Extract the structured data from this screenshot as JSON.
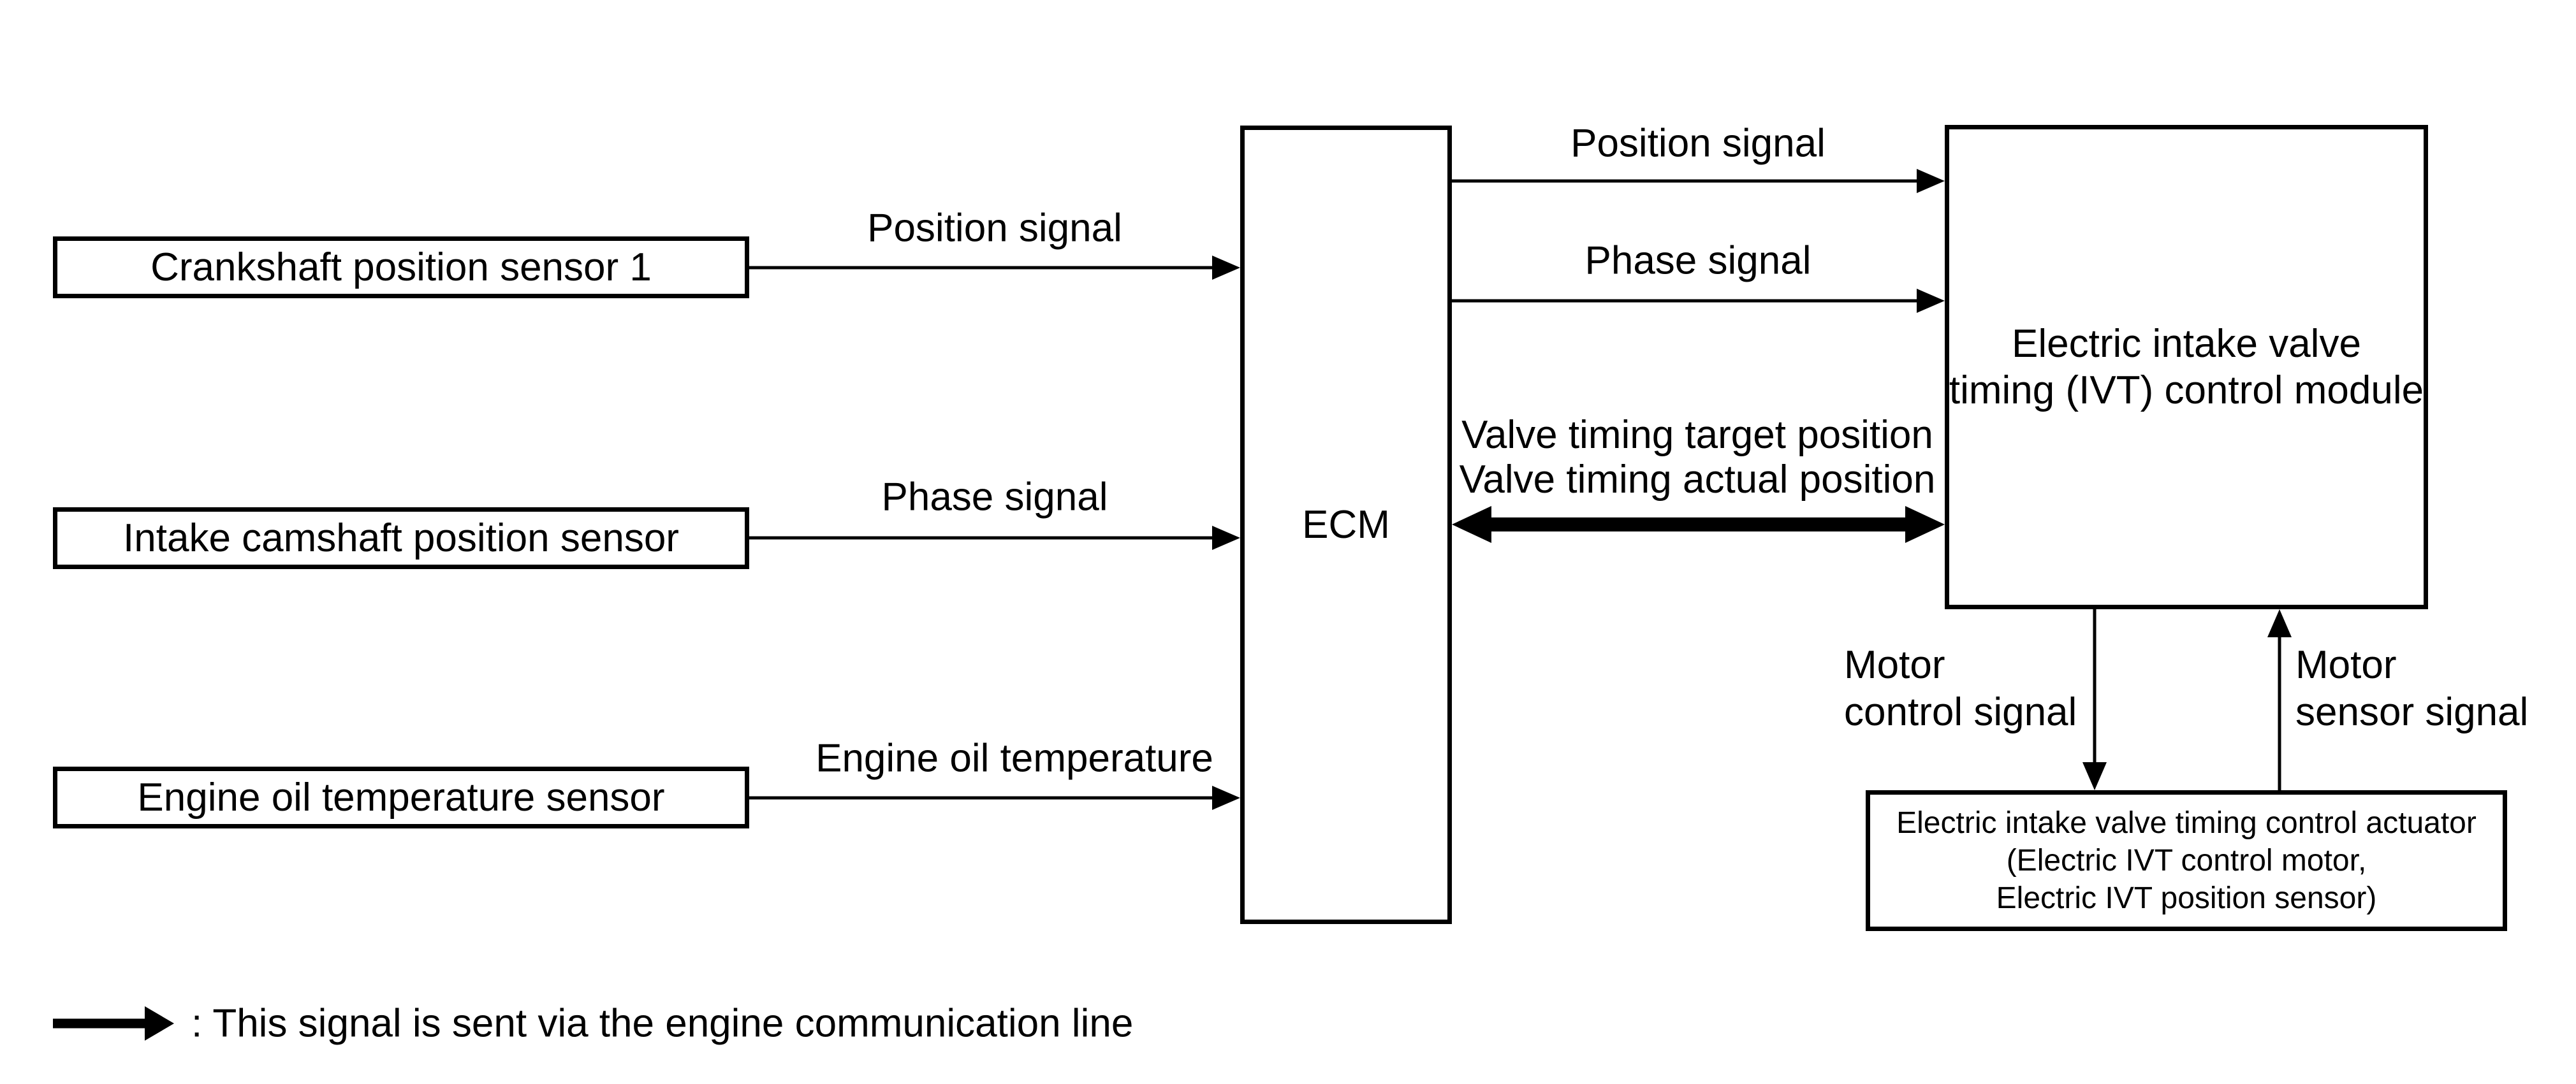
{
  "colors": {
    "line": "#000000",
    "background": "#ffffff"
  },
  "sensors": [
    {
      "label": "Crankshaft position sensor 1",
      "signal": "Position signal"
    },
    {
      "label": "Intake camshaft position sensor",
      "signal": "Phase signal"
    },
    {
      "label": "Engine oil temperature sensor",
      "signal": "Engine oil temperature"
    }
  ],
  "ecm": {
    "label": "ECM"
  },
  "ivt_module": {
    "label_line1": "Electric intake valve",
    "label_line2": "timing (IVT) control module"
  },
  "ecm_ivt_signals": {
    "position": "Position signal",
    "phase": "Phase signal",
    "bus_line1": "Valve timing target position",
    "bus_line2": "Valve timing actual position"
  },
  "motor_control_signal": {
    "line1": "Motor",
    "line2": "control signal"
  },
  "motor_sensor_signal": {
    "line1": "Motor",
    "line2": "sensor signal"
  },
  "actuator": {
    "line1": "Electric intake valve timing control actuator",
    "line2": "(Electric IVT control motor,",
    "line3": "Electric IVT position sensor)"
  },
  "legend": {
    "label": ": This signal is sent via the engine communication line"
  }
}
